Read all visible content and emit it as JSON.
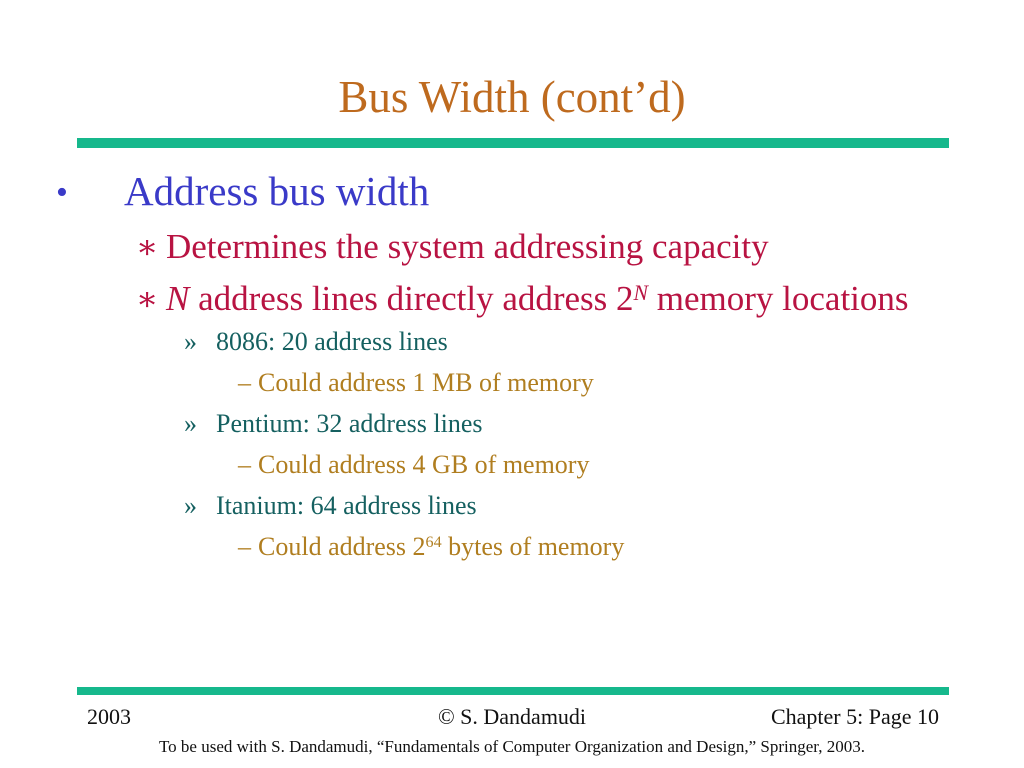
{
  "slide": {
    "title": "Bus Width (cont’d)",
    "colors": {
      "title": "#BE6A1E",
      "rule": "#16B88C",
      "level1_text": "#3A3AC8",
      "level2_text": "#B81342",
      "level3_text": "#156060",
      "level4_text": "#B07E20",
      "footer_text": "#111111",
      "background": "#FFFFFF"
    },
    "markers": {
      "level1": "•",
      "level2": "∗",
      "level3": "»",
      "level4": "–"
    },
    "content": {
      "l1": "Address bus width",
      "l2a": "Determines the system addressing capacity",
      "l2b": {
        "lead_italic": "N",
        "mid": " address lines directly address 2",
        "sup_italic": "N",
        "tail": " memory locations"
      },
      "l3a": "8086: 20 address lines",
      "l4a": "Could address 1 MB of memory",
      "l3b": "Pentium: 32 address lines",
      "l4b": "Could address 4 GB of memory",
      "l3c": "Itanium: 64 address lines",
      "l4c": {
        "mid": "Could address 2",
        "sup": "64",
        "tail": " bytes of memory"
      }
    },
    "footer": {
      "year": "2003",
      "copyright": "© S. Dandamudi",
      "page": "Chapter 5: Page 10",
      "note": "To be used with S. Dandamudi, “Fundamentals of Computer Organization and Design,” Springer, 2003."
    }
  }
}
